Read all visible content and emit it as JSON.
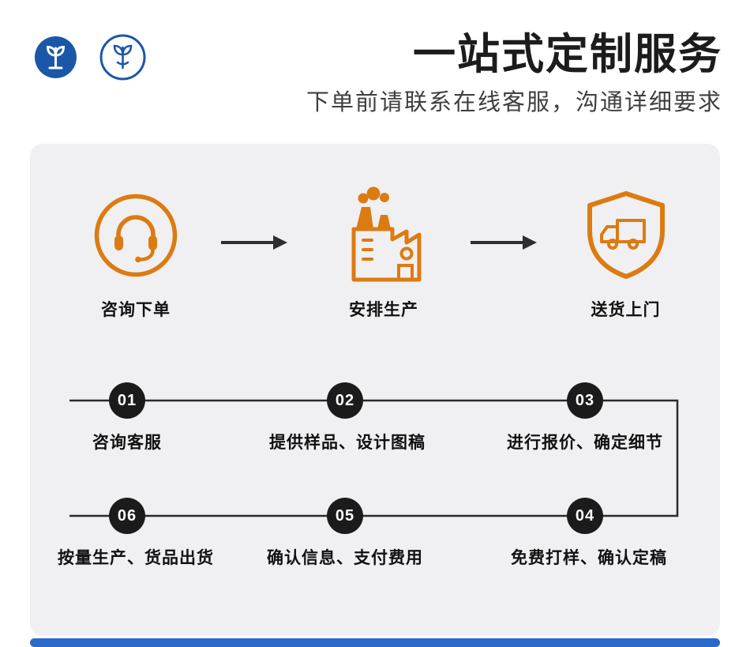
{
  "header": {
    "title": "一站式定制服务",
    "subtitle": "下单前请联系在线客服，沟通详细要求",
    "logos": [
      {
        "icon": "brand-logo-filled-icon"
      },
      {
        "icon": "brand-logo-outline-icon"
      }
    ]
  },
  "process": {
    "steps": [
      {
        "icon": "headset-icon",
        "label": "咨询下单"
      },
      {
        "icon": "factory-icon",
        "label": "安排生产"
      },
      {
        "icon": "shield-truck-icon",
        "label": "送货上门"
      }
    ]
  },
  "flow": {
    "top_row": [
      {
        "num": "01",
        "label": "咨询客服"
      },
      {
        "num": "02",
        "label": "提供样品、设计图稿"
      },
      {
        "num": "03",
        "label": "进行报价、确定细节"
      }
    ],
    "bottom_row": [
      {
        "num": "06",
        "label": "按量生产、货品出货"
      },
      {
        "num": "05",
        "label": "确认信息、支付费用"
      },
      {
        "num": "04",
        "label": "免费打样、确认定稿"
      }
    ]
  },
  "colors": {
    "accent_orange": "#dc7b12",
    "step_circle_black": "#1b1b1b",
    "card_background": "#f0f0f2",
    "footer_blue": "#2b6ac8",
    "logo_blue": "#1a57a8"
  }
}
